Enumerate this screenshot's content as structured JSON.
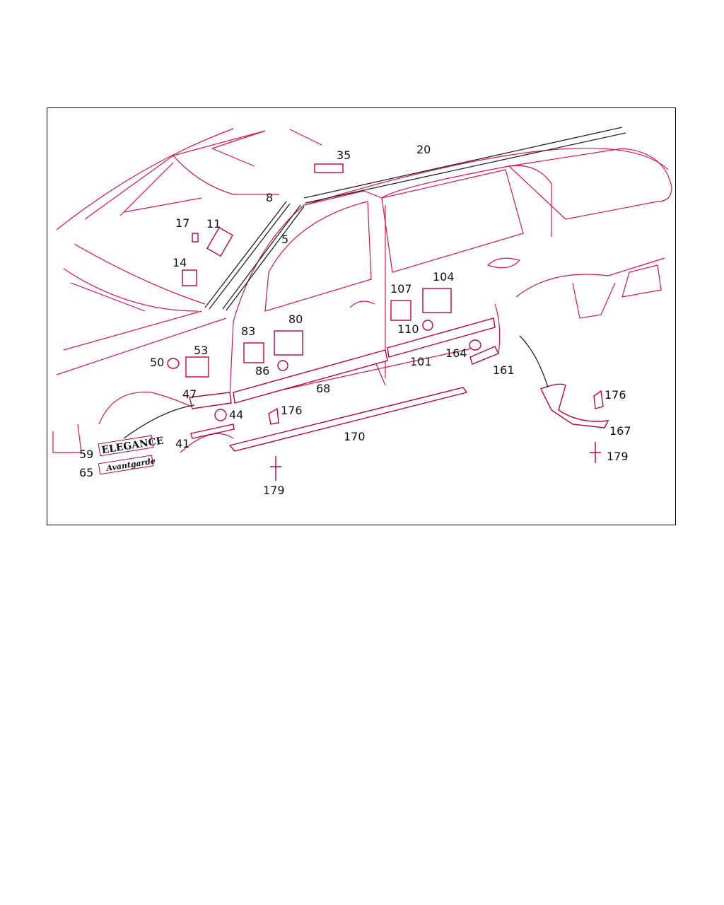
{
  "diagram": {
    "labels": [
      {
        "id": "35",
        "text": "35"
      },
      {
        "id": "20",
        "text": "20"
      },
      {
        "id": "8",
        "text": "8"
      },
      {
        "id": "5",
        "text": "5"
      },
      {
        "id": "17",
        "text": "17"
      },
      {
        "id": "11",
        "text": "11"
      },
      {
        "id": "14",
        "text": "14"
      },
      {
        "id": "107",
        "text": "107"
      },
      {
        "id": "104",
        "text": "104"
      },
      {
        "id": "110",
        "text": "110"
      },
      {
        "id": "80",
        "text": "80"
      },
      {
        "id": "83",
        "text": "83"
      },
      {
        "id": "86",
        "text": "86"
      },
      {
        "id": "53",
        "text": "53"
      },
      {
        "id": "50",
        "text": "50"
      },
      {
        "id": "164",
        "text": "164"
      },
      {
        "id": "101",
        "text": "101"
      },
      {
        "id": "161",
        "text": "161"
      },
      {
        "id": "68",
        "text": "68"
      },
      {
        "id": "47",
        "text": "47"
      },
      {
        "id": "44",
        "text": "44"
      },
      {
        "id": "176a",
        "text": "176"
      },
      {
        "id": "176b",
        "text": "176"
      },
      {
        "id": "170",
        "text": "170"
      },
      {
        "id": "167",
        "text": "167"
      },
      {
        "id": "41",
        "text": "41"
      },
      {
        "id": "179a",
        "text": "179"
      },
      {
        "id": "179b",
        "text": "179"
      },
      {
        "id": "59",
        "text": "59"
      },
      {
        "id": "65",
        "text": "65"
      }
    ],
    "badges": {
      "elegance": "ELEGANCE",
      "avantgarde": "Avantgarde"
    },
    "colors": {
      "line": "#e0104e",
      "frame": "#000000"
    }
  }
}
